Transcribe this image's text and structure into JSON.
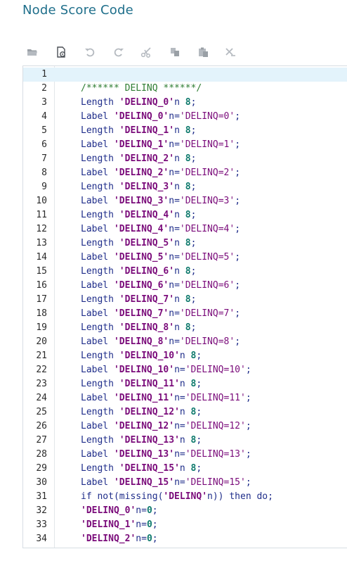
{
  "panel": {
    "title": "Node Score Code"
  },
  "toolbar": {
    "buttons": [
      {
        "icon": "open-folder-icon"
      },
      {
        "icon": "run-file-icon"
      },
      {
        "icon": "undo-icon"
      },
      {
        "icon": "redo-icon"
      },
      {
        "icon": "cut-icon"
      },
      {
        "icon": "copy-icon"
      },
      {
        "icon": "paste-icon"
      },
      {
        "icon": "clear-icon"
      }
    ]
  },
  "editor": {
    "active_line": 1,
    "lines": [
      {
        "n": "1",
        "tokens": []
      },
      {
        "n": "2",
        "tokens": [
          {
            "t": "cm",
            "v": "/****** DELINQ ******/"
          }
        ]
      },
      {
        "n": "3",
        "tokens": [
          {
            "t": "kw",
            "v": "Length "
          },
          {
            "t": "str",
            "v": "'DELINQ_0'"
          },
          {
            "t": "kw",
            "v": "n "
          },
          {
            "t": "num",
            "v": "8"
          },
          {
            "t": "op",
            "v": ";"
          }
        ]
      },
      {
        "n": "4",
        "tokens": [
          {
            "t": "kw",
            "v": "Label "
          },
          {
            "t": "str",
            "v": "'DELINQ_0'"
          },
          {
            "t": "kw",
            "v": "n"
          },
          {
            "t": "op",
            "v": "="
          },
          {
            "t": "lit",
            "v": "'DELINQ=0'"
          },
          {
            "t": "op",
            "v": ";"
          }
        ]
      },
      {
        "n": "5",
        "tokens": [
          {
            "t": "kw",
            "v": "Length "
          },
          {
            "t": "str",
            "v": "'DELINQ_1'"
          },
          {
            "t": "kw",
            "v": "n "
          },
          {
            "t": "num",
            "v": "8"
          },
          {
            "t": "op",
            "v": ";"
          }
        ]
      },
      {
        "n": "6",
        "tokens": [
          {
            "t": "kw",
            "v": "Label "
          },
          {
            "t": "str",
            "v": "'DELINQ_1'"
          },
          {
            "t": "kw",
            "v": "n"
          },
          {
            "t": "op",
            "v": "="
          },
          {
            "t": "lit",
            "v": "'DELINQ=1'"
          },
          {
            "t": "op",
            "v": ";"
          }
        ]
      },
      {
        "n": "7",
        "tokens": [
          {
            "t": "kw",
            "v": "Length "
          },
          {
            "t": "str",
            "v": "'DELINQ_2'"
          },
          {
            "t": "kw",
            "v": "n "
          },
          {
            "t": "num",
            "v": "8"
          },
          {
            "t": "op",
            "v": ";"
          }
        ]
      },
      {
        "n": "8",
        "tokens": [
          {
            "t": "kw",
            "v": "Label "
          },
          {
            "t": "str",
            "v": "'DELINQ_2'"
          },
          {
            "t": "kw",
            "v": "n"
          },
          {
            "t": "op",
            "v": "="
          },
          {
            "t": "lit",
            "v": "'DELINQ=2'"
          },
          {
            "t": "op",
            "v": ";"
          }
        ]
      },
      {
        "n": "9",
        "tokens": [
          {
            "t": "kw",
            "v": "Length "
          },
          {
            "t": "str",
            "v": "'DELINQ_3'"
          },
          {
            "t": "kw",
            "v": "n "
          },
          {
            "t": "num",
            "v": "8"
          },
          {
            "t": "op",
            "v": ";"
          }
        ]
      },
      {
        "n": "10",
        "tokens": [
          {
            "t": "kw",
            "v": "Label "
          },
          {
            "t": "str",
            "v": "'DELINQ_3'"
          },
          {
            "t": "kw",
            "v": "n"
          },
          {
            "t": "op",
            "v": "="
          },
          {
            "t": "lit",
            "v": "'DELINQ=3'"
          },
          {
            "t": "op",
            "v": ";"
          }
        ]
      },
      {
        "n": "11",
        "tokens": [
          {
            "t": "kw",
            "v": "Length "
          },
          {
            "t": "str",
            "v": "'DELINQ_4'"
          },
          {
            "t": "kw",
            "v": "n "
          },
          {
            "t": "num",
            "v": "8"
          },
          {
            "t": "op",
            "v": ";"
          }
        ]
      },
      {
        "n": "12",
        "tokens": [
          {
            "t": "kw",
            "v": "Label "
          },
          {
            "t": "str",
            "v": "'DELINQ_4'"
          },
          {
            "t": "kw",
            "v": "n"
          },
          {
            "t": "op",
            "v": "="
          },
          {
            "t": "lit",
            "v": "'DELINQ=4'"
          },
          {
            "t": "op",
            "v": ";"
          }
        ]
      },
      {
        "n": "13",
        "tokens": [
          {
            "t": "kw",
            "v": "Length "
          },
          {
            "t": "str",
            "v": "'DELINQ_5'"
          },
          {
            "t": "kw",
            "v": "n "
          },
          {
            "t": "num",
            "v": "8"
          },
          {
            "t": "op",
            "v": ";"
          }
        ]
      },
      {
        "n": "14",
        "tokens": [
          {
            "t": "kw",
            "v": "Label "
          },
          {
            "t": "str",
            "v": "'DELINQ_5'"
          },
          {
            "t": "kw",
            "v": "n"
          },
          {
            "t": "op",
            "v": "="
          },
          {
            "t": "lit",
            "v": "'DELINQ=5'"
          },
          {
            "t": "op",
            "v": ";"
          }
        ]
      },
      {
        "n": "15",
        "tokens": [
          {
            "t": "kw",
            "v": "Length "
          },
          {
            "t": "str",
            "v": "'DELINQ_6'"
          },
          {
            "t": "kw",
            "v": "n "
          },
          {
            "t": "num",
            "v": "8"
          },
          {
            "t": "op",
            "v": ";"
          }
        ]
      },
      {
        "n": "16",
        "tokens": [
          {
            "t": "kw",
            "v": "Label "
          },
          {
            "t": "str",
            "v": "'DELINQ_6'"
          },
          {
            "t": "kw",
            "v": "n"
          },
          {
            "t": "op",
            "v": "="
          },
          {
            "t": "lit",
            "v": "'DELINQ=6'"
          },
          {
            "t": "op",
            "v": ";"
          }
        ]
      },
      {
        "n": "17",
        "tokens": [
          {
            "t": "kw",
            "v": "Length "
          },
          {
            "t": "str",
            "v": "'DELINQ_7'"
          },
          {
            "t": "kw",
            "v": "n "
          },
          {
            "t": "num",
            "v": "8"
          },
          {
            "t": "op",
            "v": ";"
          }
        ]
      },
      {
        "n": "18",
        "tokens": [
          {
            "t": "kw",
            "v": "Label "
          },
          {
            "t": "str",
            "v": "'DELINQ_7'"
          },
          {
            "t": "kw",
            "v": "n"
          },
          {
            "t": "op",
            "v": "="
          },
          {
            "t": "lit",
            "v": "'DELINQ=7'"
          },
          {
            "t": "op",
            "v": ";"
          }
        ]
      },
      {
        "n": "19",
        "tokens": [
          {
            "t": "kw",
            "v": "Length "
          },
          {
            "t": "str",
            "v": "'DELINQ_8'"
          },
          {
            "t": "kw",
            "v": "n "
          },
          {
            "t": "num",
            "v": "8"
          },
          {
            "t": "op",
            "v": ";"
          }
        ]
      },
      {
        "n": "20",
        "tokens": [
          {
            "t": "kw",
            "v": "Label "
          },
          {
            "t": "str",
            "v": "'DELINQ_8'"
          },
          {
            "t": "kw",
            "v": "n"
          },
          {
            "t": "op",
            "v": "="
          },
          {
            "t": "lit",
            "v": "'DELINQ=8'"
          },
          {
            "t": "op",
            "v": ";"
          }
        ]
      },
      {
        "n": "21",
        "tokens": [
          {
            "t": "kw",
            "v": "Length "
          },
          {
            "t": "str",
            "v": "'DELINQ_10'"
          },
          {
            "t": "kw",
            "v": "n "
          },
          {
            "t": "num",
            "v": "8"
          },
          {
            "t": "op",
            "v": ";"
          }
        ]
      },
      {
        "n": "22",
        "tokens": [
          {
            "t": "kw",
            "v": "Label "
          },
          {
            "t": "str",
            "v": "'DELINQ_10'"
          },
          {
            "t": "kw",
            "v": "n"
          },
          {
            "t": "op",
            "v": "="
          },
          {
            "t": "lit",
            "v": "'DELINQ=10'"
          },
          {
            "t": "op",
            "v": ";"
          }
        ]
      },
      {
        "n": "23",
        "tokens": [
          {
            "t": "kw",
            "v": "Length "
          },
          {
            "t": "str",
            "v": "'DELINQ_11'"
          },
          {
            "t": "kw",
            "v": "n "
          },
          {
            "t": "num",
            "v": "8"
          },
          {
            "t": "op",
            "v": ";"
          }
        ]
      },
      {
        "n": "24",
        "tokens": [
          {
            "t": "kw",
            "v": "Label "
          },
          {
            "t": "str",
            "v": "'DELINQ_11'"
          },
          {
            "t": "kw",
            "v": "n"
          },
          {
            "t": "op",
            "v": "="
          },
          {
            "t": "lit",
            "v": "'DELINQ=11'"
          },
          {
            "t": "op",
            "v": ";"
          }
        ]
      },
      {
        "n": "25",
        "tokens": [
          {
            "t": "kw",
            "v": "Length "
          },
          {
            "t": "str",
            "v": "'DELINQ_12'"
          },
          {
            "t": "kw",
            "v": "n "
          },
          {
            "t": "num",
            "v": "8"
          },
          {
            "t": "op",
            "v": ";"
          }
        ]
      },
      {
        "n": "26",
        "tokens": [
          {
            "t": "kw",
            "v": "Label "
          },
          {
            "t": "str",
            "v": "'DELINQ_12'"
          },
          {
            "t": "kw",
            "v": "n"
          },
          {
            "t": "op",
            "v": "="
          },
          {
            "t": "lit",
            "v": "'DELINQ=12'"
          },
          {
            "t": "op",
            "v": ";"
          }
        ]
      },
      {
        "n": "27",
        "tokens": [
          {
            "t": "kw",
            "v": "Length "
          },
          {
            "t": "str",
            "v": "'DELINQ_13'"
          },
          {
            "t": "kw",
            "v": "n "
          },
          {
            "t": "num",
            "v": "8"
          },
          {
            "t": "op",
            "v": ";"
          }
        ]
      },
      {
        "n": "28",
        "tokens": [
          {
            "t": "kw",
            "v": "Label "
          },
          {
            "t": "str",
            "v": "'DELINQ_13'"
          },
          {
            "t": "kw",
            "v": "n"
          },
          {
            "t": "op",
            "v": "="
          },
          {
            "t": "lit",
            "v": "'DELINQ=13'"
          },
          {
            "t": "op",
            "v": ";"
          }
        ]
      },
      {
        "n": "29",
        "tokens": [
          {
            "t": "kw",
            "v": "Length "
          },
          {
            "t": "str",
            "v": "'DELINQ_15'"
          },
          {
            "t": "kw",
            "v": "n "
          },
          {
            "t": "num",
            "v": "8"
          },
          {
            "t": "op",
            "v": ";"
          }
        ]
      },
      {
        "n": "30",
        "tokens": [
          {
            "t": "kw",
            "v": "Label "
          },
          {
            "t": "str",
            "v": "'DELINQ_15'"
          },
          {
            "t": "kw",
            "v": "n"
          },
          {
            "t": "op",
            "v": "="
          },
          {
            "t": "lit",
            "v": "'DELINQ=15'"
          },
          {
            "t": "op",
            "v": ";"
          }
        ]
      },
      {
        "n": "31",
        "tokens": [
          {
            "t": "kw",
            "v": "if not(missing("
          },
          {
            "t": "str",
            "v": "'DELINQ'"
          },
          {
            "t": "kw",
            "v": "n)) then do;"
          }
        ]
      },
      {
        "n": "32",
        "tokens": [
          {
            "t": "str",
            "v": "'DELINQ_0'"
          },
          {
            "t": "kw",
            "v": "n"
          },
          {
            "t": "op",
            "v": "="
          },
          {
            "t": "num",
            "v": "0"
          },
          {
            "t": "op",
            "v": ";"
          }
        ]
      },
      {
        "n": "33",
        "tokens": [
          {
            "t": "str",
            "v": "'DELINQ_1'"
          },
          {
            "t": "kw",
            "v": "n"
          },
          {
            "t": "op",
            "v": "="
          },
          {
            "t": "num",
            "v": "0"
          },
          {
            "t": "op",
            "v": ";"
          }
        ]
      },
      {
        "n": "34",
        "tokens": [
          {
            "t": "str",
            "v": "'DELINQ_2'"
          },
          {
            "t": "kw",
            "v": "n"
          },
          {
            "t": "op",
            "v": "="
          },
          {
            "t": "num",
            "v": "0"
          },
          {
            "t": "op",
            "v": ";"
          }
        ]
      }
    ]
  }
}
